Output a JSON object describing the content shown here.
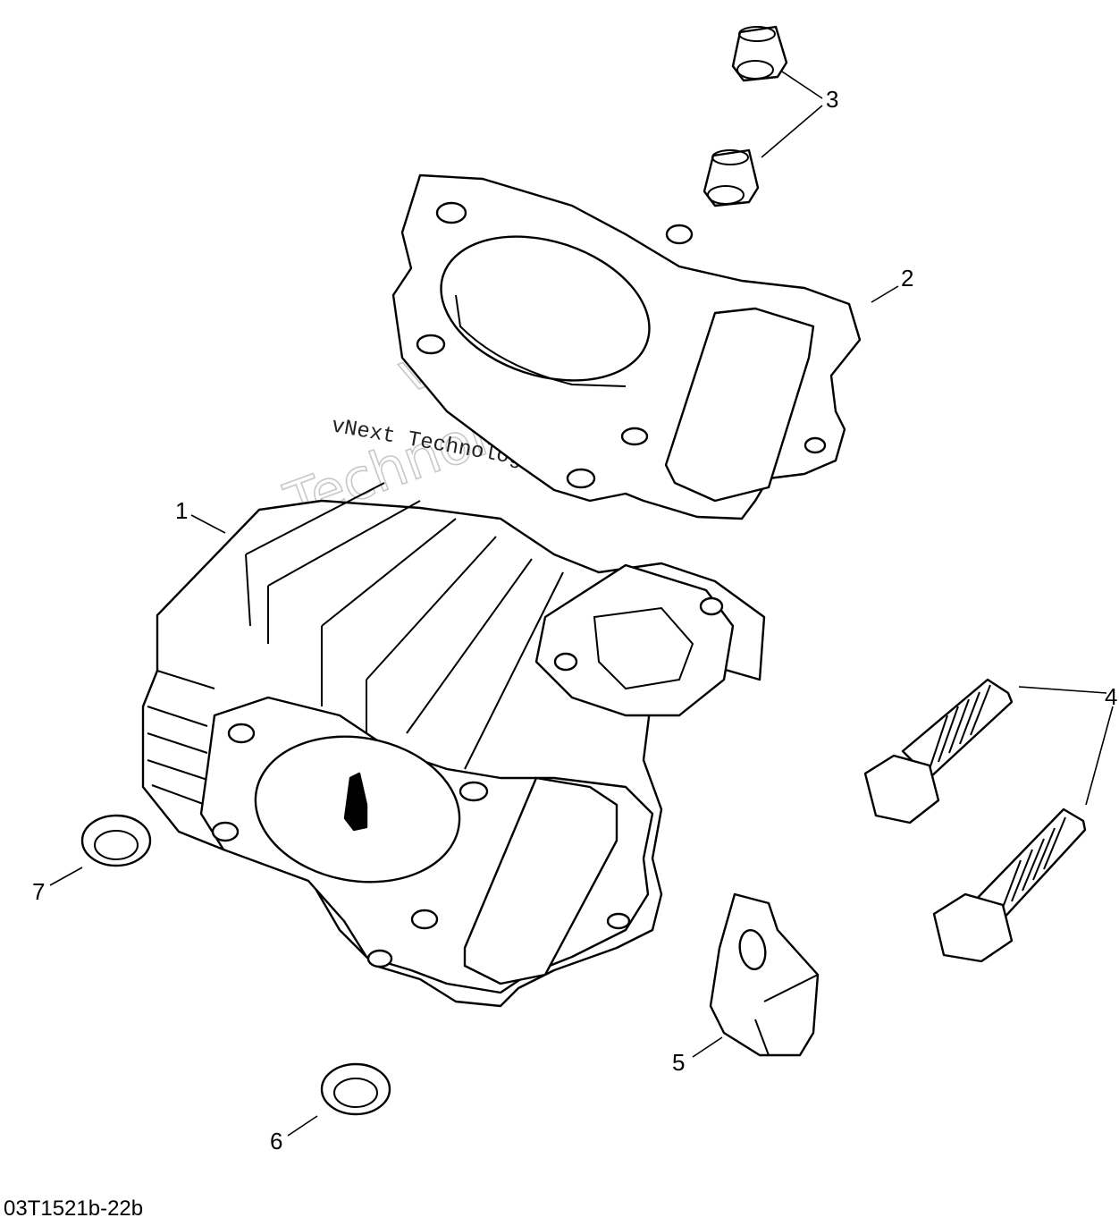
{
  "callouts": [
    "1",
    "2",
    "3",
    "4",
    "5",
    "6",
    "7"
  ],
  "reference_code": "03T1521b-22b",
  "watermark": {
    "line_small": "vNext Technologies",
    "line_big_1": "vNext",
    "line_big_2": "Technologies"
  }
}
